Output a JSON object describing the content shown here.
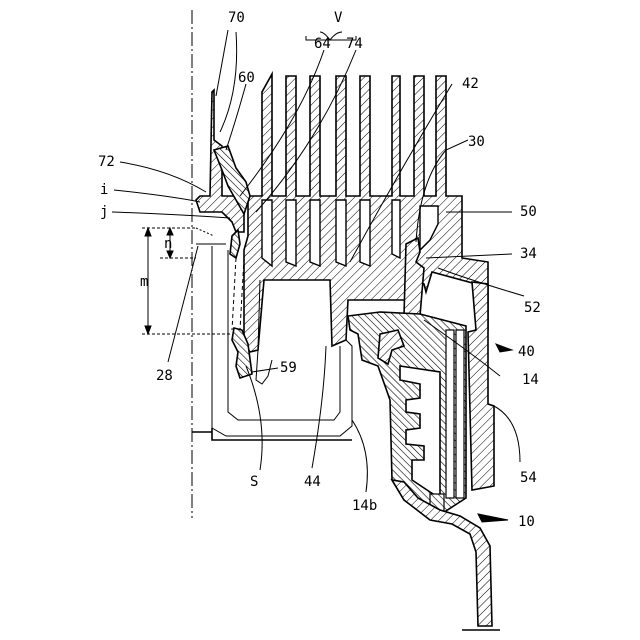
{
  "labels": {
    "l70": "70",
    "lV": "V",
    "l64": "64",
    "l74": "74",
    "l60": "60",
    "l42": "42",
    "l30": "30",
    "l72": "72",
    "li": "i",
    "lj": "j",
    "l50": "50",
    "ln": "n",
    "l34": "34",
    "lm": "m",
    "l52": "52",
    "l40": "40",
    "l28": "28",
    "l59": "59",
    "l14": "14",
    "l54": "54",
    "lS": "S",
    "l44": "44",
    "l14b": "14b",
    "l10": "10"
  }
}
